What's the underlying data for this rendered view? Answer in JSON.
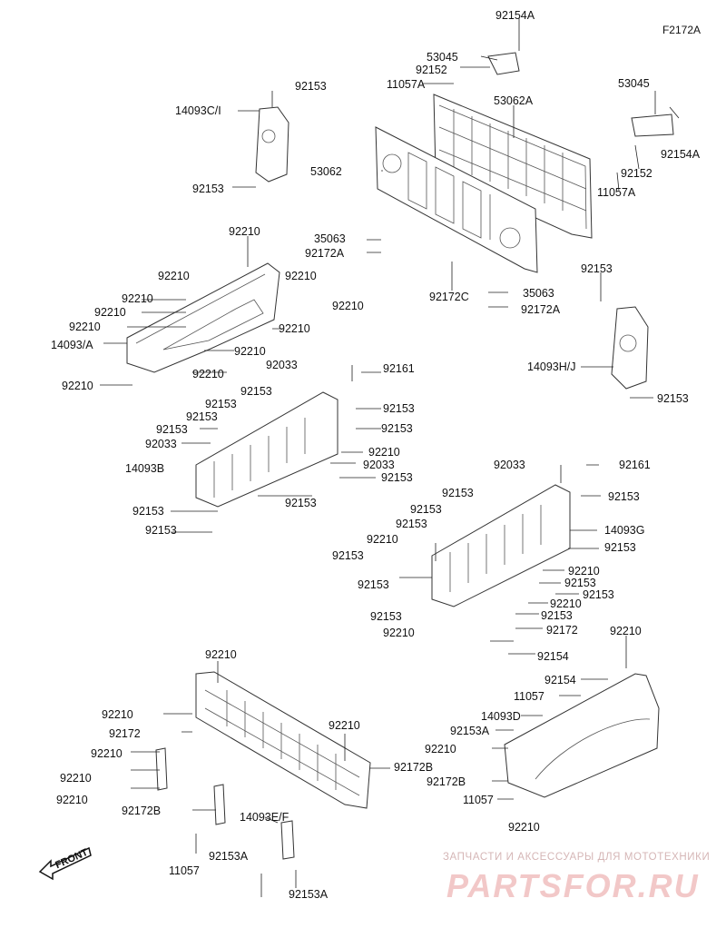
{
  "figure_code": "F2172A",
  "front_label": "FRONT",
  "watermark": {
    "caption": "ЗАПЧАСТИ И АКСЕССУАРЫ ДЛЯ МОТОТЕХНИКИ",
    "brand": "PARTSFOR.RU"
  },
  "labels": [
    "92154A",
    "53045",
    "92152",
    "11057A",
    "53062A",
    "92153",
    "14093C/I",
    "53045",
    "92154A",
    "92152",
    "11057A",
    "53062",
    "92153",
    "92210",
    "35063",
    "92172A",
    "92210",
    "92210",
    "92210",
    "92210",
    "92210",
    "14093/A",
    "92210",
    "92172C",
    "35063",
    "92172A",
    "92153",
    "14093H/J",
    "92153",
    "92210",
    "92033",
    "92210",
    "92161",
    "92210",
    "92153",
    "92153",
    "92153",
    "92153",
    "92153",
    "92033",
    "92210",
    "14093B",
    "92210",
    "92153",
    "92153",
    "92153",
    "92153",
    "92033",
    "92161",
    "92153",
    "92153",
    "92153",
    "92153",
    "92153",
    "92210",
    "92033",
    "92153",
    "14093G",
    "92153",
    "92210",
    "92153",
    "92153",
    "92153",
    "92210",
    "92153",
    "92153",
    "92210",
    "92172",
    "92210",
    "92210",
    "92154",
    "92210",
    "92154",
    "92172",
    "92210",
    "11057",
    "92210",
    "14093D",
    "92172B",
    "92210",
    "92153A",
    "92210",
    "92210",
    "92172B",
    "92172B",
    "14093E/F",
    "92210",
    "11057",
    "92153A",
    "11057",
    "92153A"
  ]
}
